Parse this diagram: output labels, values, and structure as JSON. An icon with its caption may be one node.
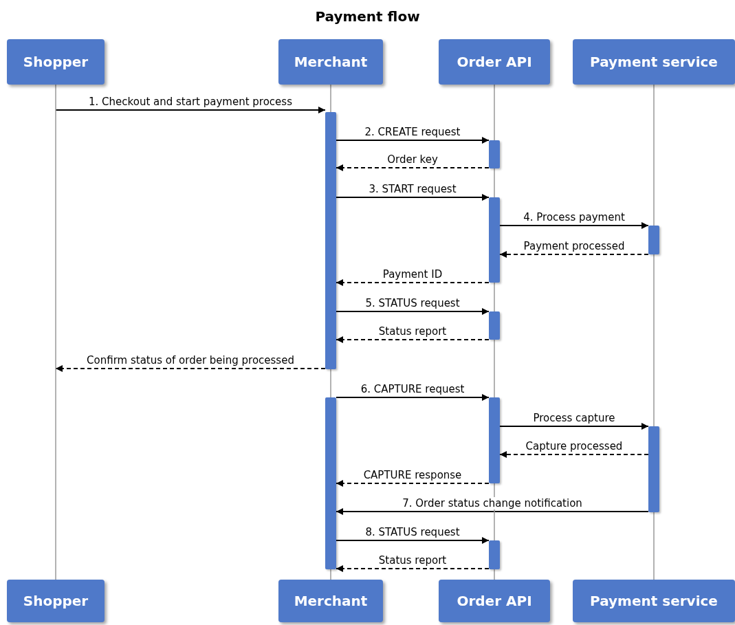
{
  "diagram": {
    "title": "Payment flow",
    "nodes": [
      {
        "text": [
          "Shopper"
        ]
      },
      {
        "text": [
          "Merchant"
        ]
      },
      {
        "text": [
          "Order API"
        ]
      },
      {
        "text": [
          "Payment service"
        ]
      },
      {
        "text": [],
        "shape": "bar"
      },
      {
        "text": [],
        "shape": "bar"
      },
      {
        "text": [],
        "shape": "bar"
      },
      {
        "text": [],
        "shape": "bar"
      },
      {
        "text": [],
        "shape": "bar"
      },
      {
        "text": [],
        "shape": "bar"
      },
      {
        "text": [],
        "shape": "bar"
      },
      {
        "text": [],
        "shape": "bar"
      },
      {
        "text": [],
        "shape": "bar"
      },
      {
        "text": [
          "Shopper"
        ]
      },
      {
        "text": [
          "Merchant"
        ]
      },
      {
        "text": [
          "Order API"
        ]
      },
      {
        "text": [
          "Payment service"
        ]
      }
    ],
    "edges": [
      {
        "from": null,
        "to": 4,
        "arrow": "to",
        "label": "1. Checkout and start payment process"
      },
      {
        "from": 4,
        "to": 5,
        "arrow": "to",
        "label": "2. CREATE request"
      },
      {
        "from": 5,
        "to": 4,
        "arrow": "to",
        "label": "Order key",
        "style": "dashed"
      },
      {
        "from": 4,
        "to": 6,
        "arrow": "to",
        "label": "3. START request"
      },
      {
        "from": 6,
        "to": 7,
        "arrow": "to",
        "label": "4. Process payment"
      },
      {
        "from": 7,
        "to": 6,
        "arrow": "to",
        "label": "Payment processed",
        "style": "dashed"
      },
      {
        "from": 6,
        "to": 4,
        "arrow": "to",
        "label": "Payment ID",
        "style": "dashed"
      },
      {
        "from": 4,
        "to": 8,
        "arrow": "to",
        "label": "5. STATUS request"
      },
      {
        "from": 8,
        "to": 4,
        "arrow": "to",
        "label": "Status report",
        "style": "dashed"
      },
      {
        "from": 4,
        "to": null,
        "arrow": "to",
        "label": "Confirm status of order being processed",
        "style": "dashed"
      },
      {
        "from": 9,
        "to": 10,
        "arrow": "to",
        "label": "6. CAPTURE request"
      },
      {
        "from": 10,
        "to": 11,
        "arrow": "to",
        "label": "Process capture"
      },
      {
        "from": 11,
        "to": 10,
        "arrow": "to",
        "label": "Capture processed",
        "style": "dashed"
      },
      {
        "from": 10,
        "to": 9,
        "arrow": "to",
        "label": "CAPTURE response",
        "style": "dashed"
      },
      {
        "from": 11,
        "to": 9,
        "arrow": "to",
        "label": "7. Order status change notification"
      },
      {
        "from": 9,
        "to": 12,
        "arrow": "to",
        "label": "8. STATUS request"
      },
      {
        "from": 12,
        "to": 9,
        "arrow": "to",
        "label": "Status report",
        "style": "dashed"
      },
      {
        "from": 0,
        "to": 13,
        "arrow": "none",
        "color": "#999999"
      },
      {
        "from": 1,
        "to": 4,
        "arrow": "none",
        "color": "#999999"
      },
      {
        "from": 4,
        "to": 9,
        "arrow": "none",
        "color": "#999999"
      },
      {
        "from": 9,
        "to": 14,
        "arrow": "none",
        "color": "#999999"
      },
      {
        "from": 2,
        "to": 5,
        "arrow": "none",
        "color": "#999999"
      },
      {
        "from": 5,
        "to": 6,
        "arrow": "none",
        "color": "#999999"
      },
      {
        "from": 6,
        "to": 8,
        "arrow": "none",
        "color": "#999999"
      },
      {
        "from": 8,
        "to": 10,
        "arrow": "none",
        "color": "#999999"
      },
      {
        "from": 10,
        "to": 12,
        "arrow": "none",
        "color": "#999999"
      },
      {
        "from": 12,
        "to": 15,
        "arrow": "none",
        "color": "#999999"
      },
      {
        "from": 3,
        "to": 7,
        "arrow": "none",
        "color": "#999999"
      },
      {
        "from": 7,
        "to": 11,
        "arrow": "none",
        "color": "#999999"
      },
      {
        "from": 11,
        "to": 16,
        "arrow": "none",
        "color": "#999999"
      }
    ]
  }
}
